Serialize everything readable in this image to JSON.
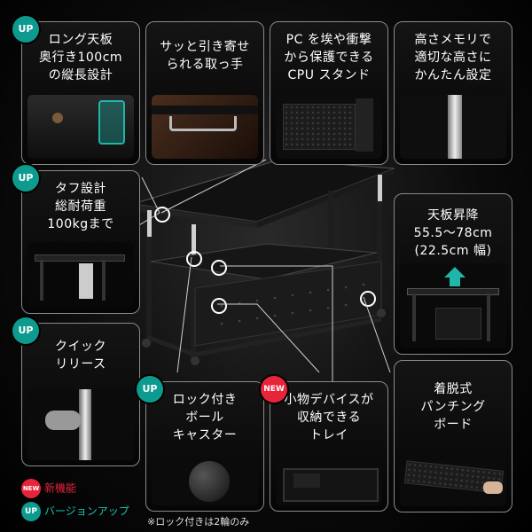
{
  "cards": {
    "long_top": {
      "text": "ロング天板\n奥行き100cm\nの縦長設計"
    },
    "handle": {
      "text": "サッと引き寄せ\nられる取っ手"
    },
    "cpu": {
      "text": "PC を埃や衝撃\nから保護できる\nCPU スタンド"
    },
    "memory": {
      "text": "高さメモリで\n適切な高さに\nかんたん設定"
    },
    "tough": {
      "text": "タフ設計\n総耐荷重\n100kgまで"
    },
    "raise": {
      "text": "天板昇降\n55.5～78cm\n(22.5cm 幅)"
    },
    "quick": {
      "text": "クイック\nリリース"
    },
    "caster": {
      "text": "ロック付き\nボール\nキャスター"
    },
    "tray": {
      "text": "小物デバイスが\n収納できる\nトレイ"
    },
    "panel": {
      "text": "着脱式\nパンチング\nボード"
    }
  },
  "badges": {
    "up": "UP",
    "new": "NEW"
  },
  "legend": {
    "new_label": "新機能",
    "up_label": "バージョンアップ"
  },
  "note": "※ロック付きは2輪のみ",
  "colors": {
    "up": "#0d9a8f",
    "new": "#e8243b",
    "accent_arrow": "#1fb5a8"
  }
}
